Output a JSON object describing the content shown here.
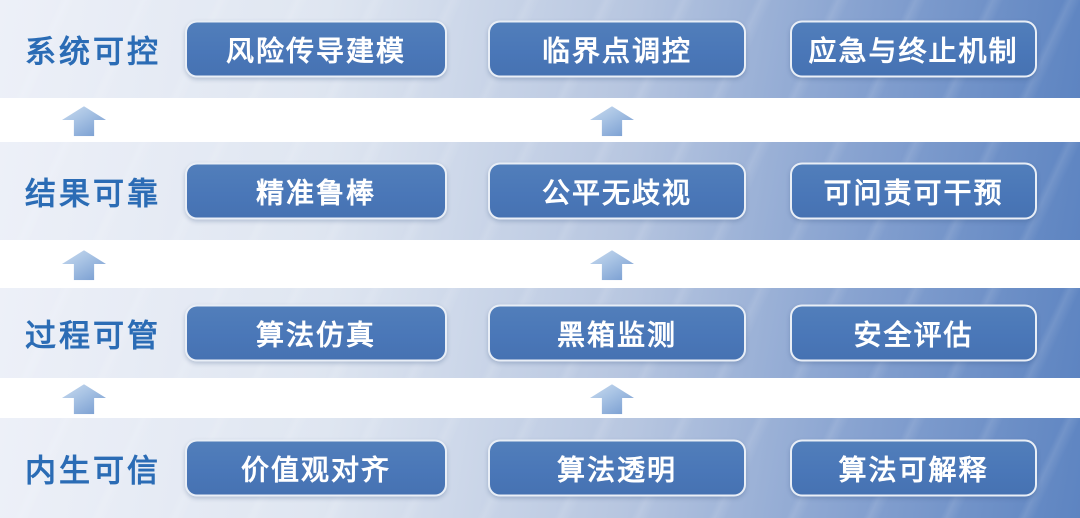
{
  "diagram": {
    "rows": [
      {
        "label": "系统可控",
        "boxes": [
          "风险传导建模",
          "临界点调控",
          "应急与终止机制"
        ]
      },
      {
        "label": "结果可靠",
        "boxes": [
          "精准鲁棒",
          "公平无歧视",
          "可问责可干预"
        ]
      },
      {
        "label": "过程可管",
        "boxes": [
          "算法仿真",
          "黑箱监测",
          "安全评估"
        ]
      },
      {
        "label": "内生可信",
        "boxes": [
          "价值观对齐",
          "算法透明",
          "算法可解释"
        ]
      }
    ],
    "arrows_per_gap": 2,
    "colors": {
      "label_text": "#2b6cb5",
      "box_fill": "#4a77b8",
      "box_border": "#ffffff",
      "box_text": "#ffffff",
      "band_gradient_start": "#edf0f8",
      "band_gradient_end": "#5d84c1",
      "gap_background": "#ffffff",
      "arrow_gradient_start": "#c9dbef",
      "arrow_gradient_end": "#7399cf"
    }
  }
}
